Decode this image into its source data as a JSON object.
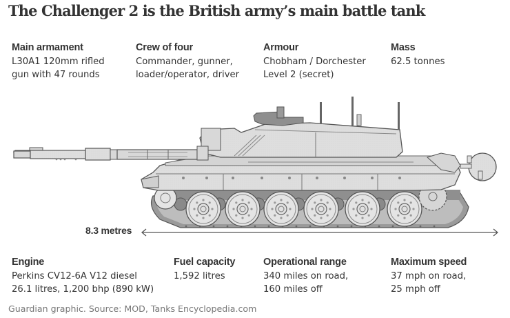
{
  "title": "The Challenger 2 is the British army’s main battle tank",
  "specs_top": [
    {
      "label": "Main armament",
      "lines": [
        "L30A1 120mm rifled",
        "gun with 47 rounds"
      ]
    },
    {
      "label": "Crew of four",
      "lines": [
        "Commander, gunner,",
        "loader/operator, driver"
      ]
    },
    {
      "label": "Armour",
      "lines": [
        "Chobham / Dorchester",
        "Level 2 (secret)"
      ]
    },
    {
      "label": "Mass",
      "lines": [
        "62.5 tonnes"
      ]
    }
  ],
  "specs_bottom": [
    {
      "label": "Engine",
      "lines": [
        "Perkins CV12-6A V12 diesel",
        "26.1 litres, 1,200 bhp (890 kW)"
      ]
    },
    {
      "label": "Fuel capacity",
      "lines": [
        "1,592 litres"
      ]
    },
    {
      "label": "Operational range",
      "lines": [
        "340 miles on road,",
        "160 miles off"
      ]
    },
    {
      "label": "Maximum speed",
      "lines": [
        "37 mph on road,",
        "25 mph off"
      ]
    }
  ],
  "dimension": {
    "label": "8.3 metres",
    "icon": "double-arrow-icon"
  },
  "illustration": {
    "subject": "Challenger 2 tank side view",
    "icon": "tank-illustration"
  },
  "source": "Guardian graphic. Source: MOD, Tanks Encyclopedia.com",
  "colors": {
    "text": "#333333",
    "source_text": "#767676",
    "tank_fill": "#dcdcdc",
    "tank_outline": "#555555",
    "tank_dark": "#8a8a8a",
    "background": "#ffffff"
  }
}
